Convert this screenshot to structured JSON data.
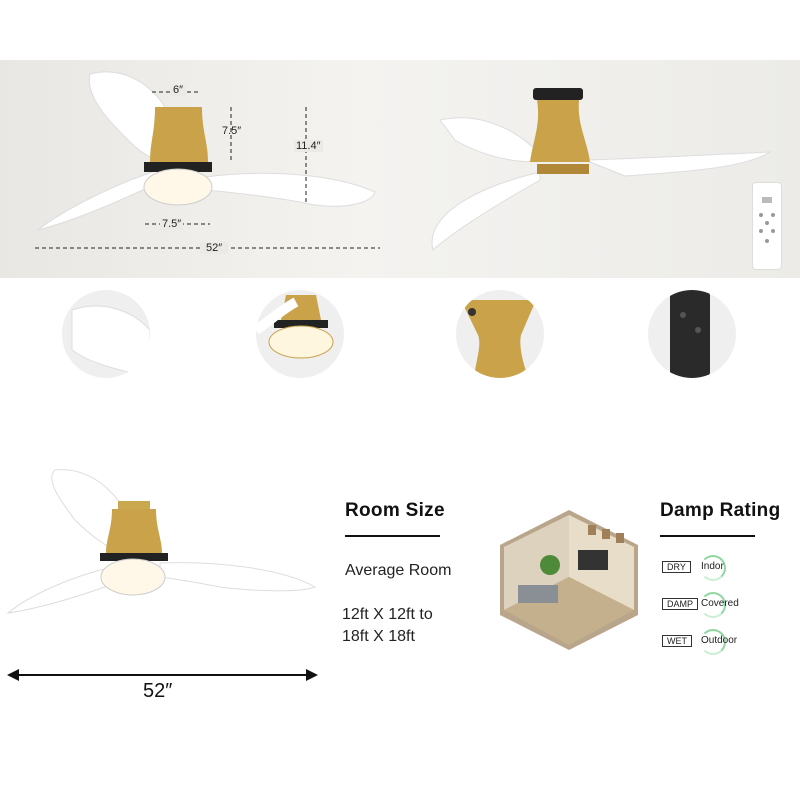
{
  "dimensions": {
    "canopy_width": "6″",
    "downrod_height": "7.5″",
    "total_height": "11.4″",
    "light_width": "7.5″",
    "blade_span": "52″"
  },
  "bottom_span_label": "52″",
  "room_size": {
    "heading": "Room Size",
    "subtitle": "Average Room",
    "range_line1": "12ft X 12ft to",
    "range_line2": "18ft X 18ft"
  },
  "damp_rating": {
    "heading": "Damp Rating",
    "items": [
      {
        "tag": "DRY",
        "label": "Indor"
      },
      {
        "tag": "DAMP",
        "label": "Covered"
      },
      {
        "tag": "WET",
        "label": "Outdoor"
      }
    ]
  },
  "colors": {
    "gold": "#c9a24a",
    "blade_white": "#ffffff",
    "band_bg": "#eceae6",
    "ring_green": "#8fd6a2"
  }
}
